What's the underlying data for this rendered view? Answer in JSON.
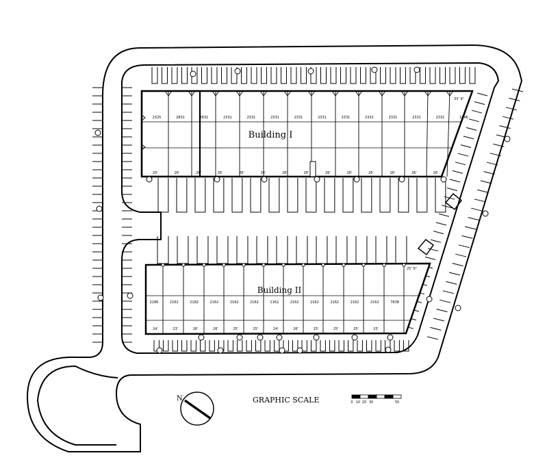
{
  "buildings": [
    {
      "name": "Building I",
      "unit_areas": [
        "2325",
        "2831",
        "2831",
        "2331",
        "2331",
        "2331",
        "2331",
        "2331",
        "2331",
        "2331",
        "2331",
        "2331",
        "2331",
        "1846"
      ],
      "unit_widths": [
        "25'",
        "26'",
        "26'",
        "26'",
        "26'",
        "26'",
        "26'",
        "26'",
        "26'",
        "26'",
        "26'",
        "26'",
        "26'",
        "26'"
      ],
      "corner_dim": "33' 9\""
    },
    {
      "name": "Building II",
      "unit_areas": [
        "2186",
        "2162",
        "2182",
        "2162",
        "2162",
        "2162",
        "2162",
        "2162",
        "2162",
        "2162",
        "2162",
        "2162",
        "7838"
      ],
      "unit_widths": [
        "24'",
        "23'",
        "26'",
        "26'",
        "25'",
        "25'",
        "24'",
        "26'",
        "25'",
        "25'",
        "25'",
        "25'"
      ],
      "corner_dim": "25' 9\""
    }
  ],
  "north_arrow": {
    "label": "N"
  },
  "scale": {
    "title": "GRAPHIC SCALE",
    "ticks": [
      "0",
      "10",
      "20",
      "30",
      "50"
    ]
  }
}
